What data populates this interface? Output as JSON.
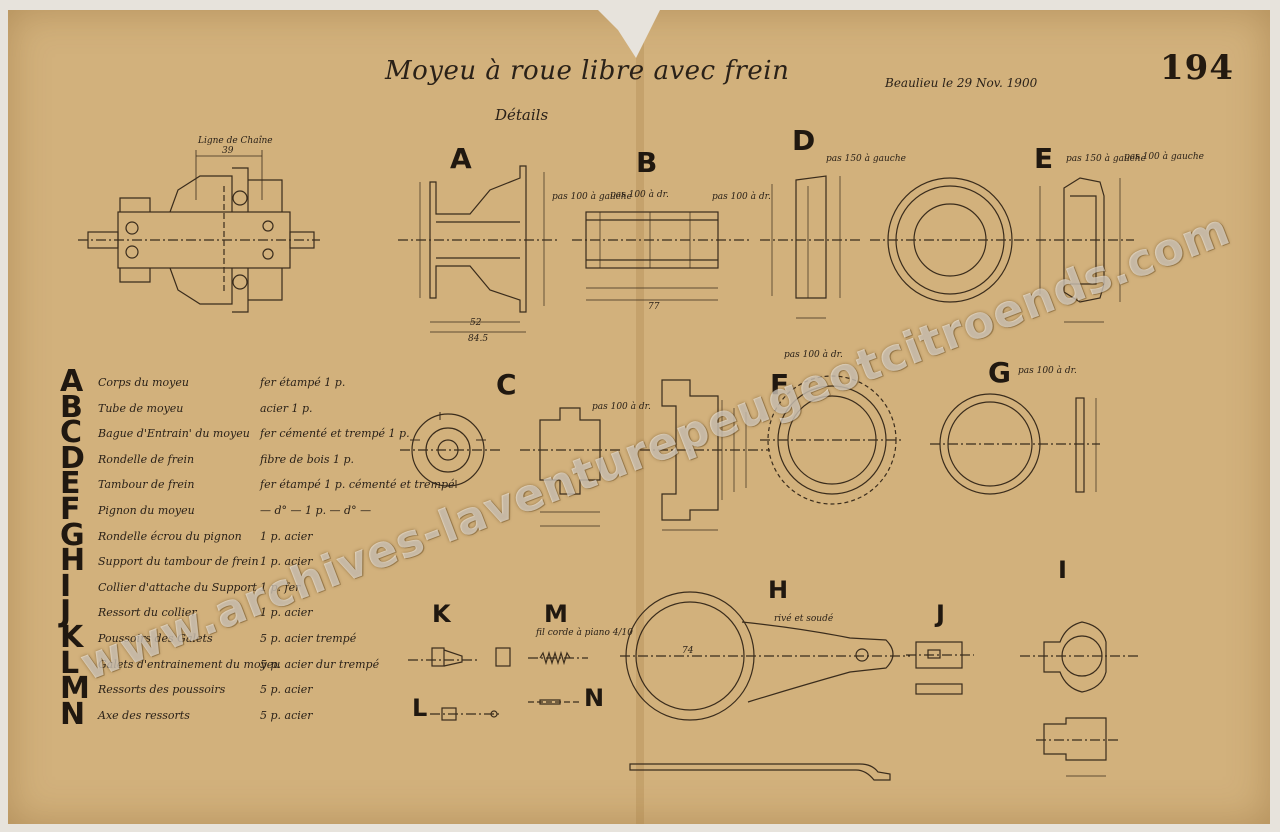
{
  "title": "Moyeu à roue libre avec frein",
  "subtitle": "Détails",
  "date": "Beaulieu le 29 Nov. 1900",
  "sheet_number": "194",
  "watermark": "www.archives-laventurepeugeotcitroends.com",
  "part_labels": [
    "A",
    "B",
    "C",
    "D",
    "E",
    "F",
    "G",
    "H",
    "I",
    "J",
    "K",
    "L",
    "M",
    "N"
  ],
  "notes": {
    "chain_line": "Ligne de Chaîne",
    "chain_line_value": "39",
    "pas_b_left": "pas 100 à gauche",
    "pas_b_mid": "pas 100 à dr.",
    "pas_b_right": "pas 100 à dr.",
    "pas_d": "pas 150 à gauche",
    "pas_e1": "pas 150 à gauche",
    "pas_e2": "pas 100 à gauche",
    "pas_c": "pas 100 à dr.",
    "pas_f": "pas 100 à dr.",
    "pas_g": "pas 100 à dr.",
    "m_wire": "fil corde à piano 4/10",
    "h_weld": "rivé et soudé",
    "dim_a_width": "84.5",
    "dim_a_inner": "52",
    "dim_b_length": "77",
    "dim_h": "74"
  },
  "legend": [
    {
      "key": "A",
      "name": "Corps du moyeu",
      "material": "fer étampé   1 p."
    },
    {
      "key": "B",
      "name": "Tube de moyeu",
      "material": "acier   1 p."
    },
    {
      "key": "C",
      "name": "Bague d'Entrain' du moyeu",
      "material": "fer cémenté et trempé 1 p."
    },
    {
      "key": "D",
      "name": "Rondelle de frein",
      "material": "fibre de bois 1 p."
    },
    {
      "key": "E",
      "name": "Tambour de frein",
      "material": "fer étampé 1 p. cémenté et trempé"
    },
    {
      "key": "F",
      "name": "Pignon du moyeu",
      "material": "— d° — 1 p. — d° —"
    },
    {
      "key": "G",
      "name": "Rondelle écrou du pignon",
      "material": "1 p. acier"
    },
    {
      "key": "H",
      "name": "Support du tambour de frein",
      "material": "1 p. acier"
    },
    {
      "key": "I",
      "name": "Collier d'attache du Support",
      "material": "1 p. fer"
    },
    {
      "key": "J",
      "name": "Ressort du collier",
      "material": "1 p. acier"
    },
    {
      "key": "K",
      "name": "Poussoirs des Galets",
      "material": "5 p. acier trempé"
    },
    {
      "key": "L",
      "name": "Galets d'entrainement du moyeu",
      "material": "5 p. acier dur trempé"
    },
    {
      "key": "M",
      "name": "Ressorts des poussoirs",
      "material": "5 p. acier"
    },
    {
      "key": "N",
      "name": "Axe des ressorts",
      "material": "5 p. acier"
    }
  ]
}
